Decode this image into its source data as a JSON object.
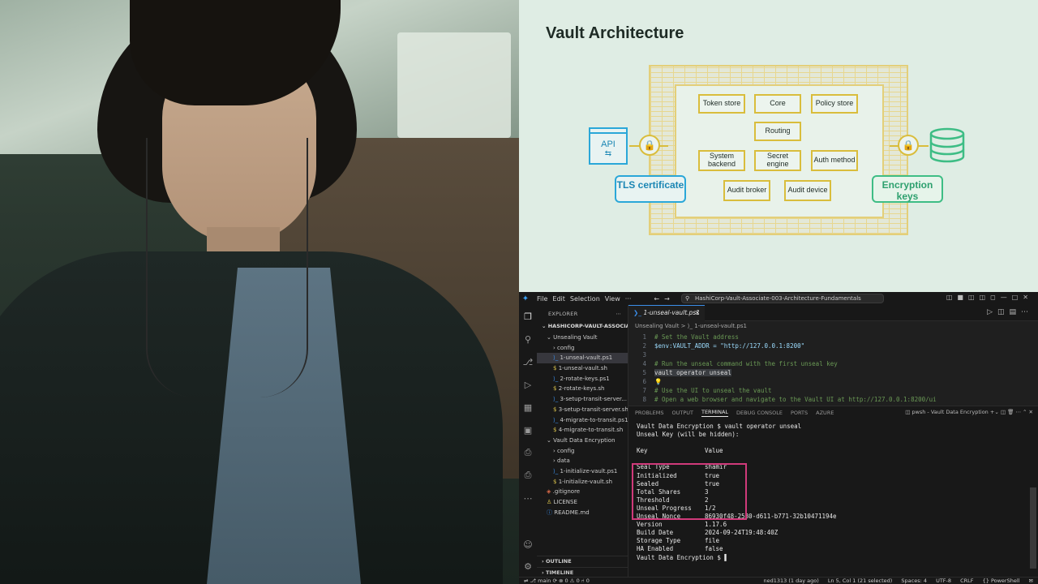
{
  "slide": {
    "title": "Vault Architecture",
    "components": {
      "token_store": "Token store",
      "core": "Core",
      "policy_store": "Policy store",
      "routing": "Routing",
      "system_backend": "System backend",
      "secret_engine": "Secret engine",
      "auth_method": "Auth method",
      "audit_broker": "Audit broker",
      "audit_device": "Audit device"
    },
    "api_label": "API",
    "tls_label": "TLS certificate",
    "encryption_label": "Encryption keys",
    "colors": {
      "accent_blue": "#2aa7d8",
      "accent_green": "#3ebd85",
      "vault_yellow": "#d9bd3c"
    }
  },
  "vscode": {
    "menu": [
      "File",
      "Edit",
      "Selection",
      "View",
      "···"
    ],
    "search_text": "HashiCorp-Vault-Associate-003-Architecture-Fundamentals",
    "explorer": {
      "header": "EXPLORER",
      "root": "HASHICORP-VAULT-ASSOCIA...",
      "items": [
        {
          "label": "Unsealing Vault",
          "indent": 1,
          "kind": "folder-open"
        },
        {
          "label": "config",
          "indent": 2,
          "kind": "folder"
        },
        {
          "label": "1-unseal-vault.ps1",
          "indent": 2,
          "kind": "ps",
          "active": true
        },
        {
          "label": "1-unseal-vault.sh",
          "indent": 2,
          "kind": "sh"
        },
        {
          "label": "2-rotate-keys.ps1",
          "indent": 2,
          "kind": "ps"
        },
        {
          "label": "2-rotate-keys.sh",
          "indent": 2,
          "kind": "sh"
        },
        {
          "label": "3-setup-transit-server...",
          "indent": 2,
          "kind": "ps"
        },
        {
          "label": "3-setup-transit-server.sh",
          "indent": 2,
          "kind": "sh"
        },
        {
          "label": "4-migrate-to-transit.ps1",
          "indent": 2,
          "kind": "ps"
        },
        {
          "label": "4-migrate-to-transit.sh",
          "indent": 2,
          "kind": "sh"
        },
        {
          "label": "Vault Data Encryption",
          "indent": 1,
          "kind": "folder-open"
        },
        {
          "label": "config",
          "indent": 2,
          "kind": "folder"
        },
        {
          "label": "data",
          "indent": 2,
          "kind": "folder"
        },
        {
          "label": "1-initialize-vault.ps1",
          "indent": 2,
          "kind": "ps"
        },
        {
          "label": "1-initialize-vault.sh",
          "indent": 2,
          "kind": "sh"
        },
        {
          "label": ".gitignore",
          "indent": 1,
          "kind": "git"
        },
        {
          "label": "LICENSE",
          "indent": 1,
          "kind": "lic"
        },
        {
          "label": "README.md",
          "indent": 1,
          "kind": "info"
        }
      ],
      "outline": "OUTLINE",
      "timeline": "TIMELINE"
    },
    "tab": {
      "label": "1-unseal-vault.ps1"
    },
    "breadcrumb": "Unsealing Vault  >  ⟩_ 1-unseal-vault.ps1",
    "code_lines": [
      {
        "n": "1",
        "text": "# Set the Vault address"
      },
      {
        "n": "2",
        "text": "$env:VAULT_ADDR = \"http://127.0.0.1:8200\""
      },
      {
        "n": "3",
        "text": ""
      },
      {
        "n": "4",
        "text": "# Run the unseal command with the first unseal key"
      },
      {
        "n": "5",
        "text": "vault operator unseal"
      },
      {
        "n": "6",
        "text": ""
      },
      {
        "n": "7",
        "text": "# Use the UI to unseal the vault"
      },
      {
        "n": "8",
        "text": "# Open a web browser and navigate to the Vault UI at http://127.0.0.1:8200/ui"
      }
    ],
    "panel_tabs": [
      "PROBLEMS",
      "OUTPUT",
      "TERMINAL",
      "DEBUG CONSOLE",
      "PORTS",
      "AZURE"
    ],
    "active_panel_tab": "TERMINAL",
    "terminal_name": "pwsh - Vault Data Encryption",
    "terminal": {
      "prompt_line": "Vault Data Encryption $ vault operator unseal",
      "key_prompt": "Unseal Key (will be hidden):",
      "header_key": "Key",
      "header_value": "Value",
      "rows": [
        {
          "key": "Seal Type",
          "value": "shamir"
        },
        {
          "key": "Initialized",
          "value": "true"
        },
        {
          "key": "Sealed",
          "value": "true"
        },
        {
          "key": "Total Shares",
          "value": "3"
        },
        {
          "key": "Threshold",
          "value": "2"
        },
        {
          "key": "Unseal Progress",
          "value": "1/2"
        },
        {
          "key": "Unseal Nonce",
          "value": "86930f48-2580-d611-b771-32b10471194e"
        },
        {
          "key": "Version",
          "value": "1.17.6"
        },
        {
          "key": "Build Date",
          "value": "2024-09-24T19:48:40Z"
        },
        {
          "key": "Storage Type",
          "value": "file"
        },
        {
          "key": "HA Enabled",
          "value": "false"
        }
      ],
      "final_prompt": "Vault Data Encryption $"
    },
    "status": {
      "branch": "main",
      "sync": "⟳",
      "problems": "⊗ 0 ⚠ 0",
      "ports": "⑁ 0",
      "git_info": "ned1313 (1 day ago)",
      "cursor": "Ln 5, Col 1 (21 selected)",
      "spaces": "Spaces: 4",
      "encoding": "UTF-8",
      "eol": "CRLF",
      "language": "{} PowerShell"
    }
  }
}
